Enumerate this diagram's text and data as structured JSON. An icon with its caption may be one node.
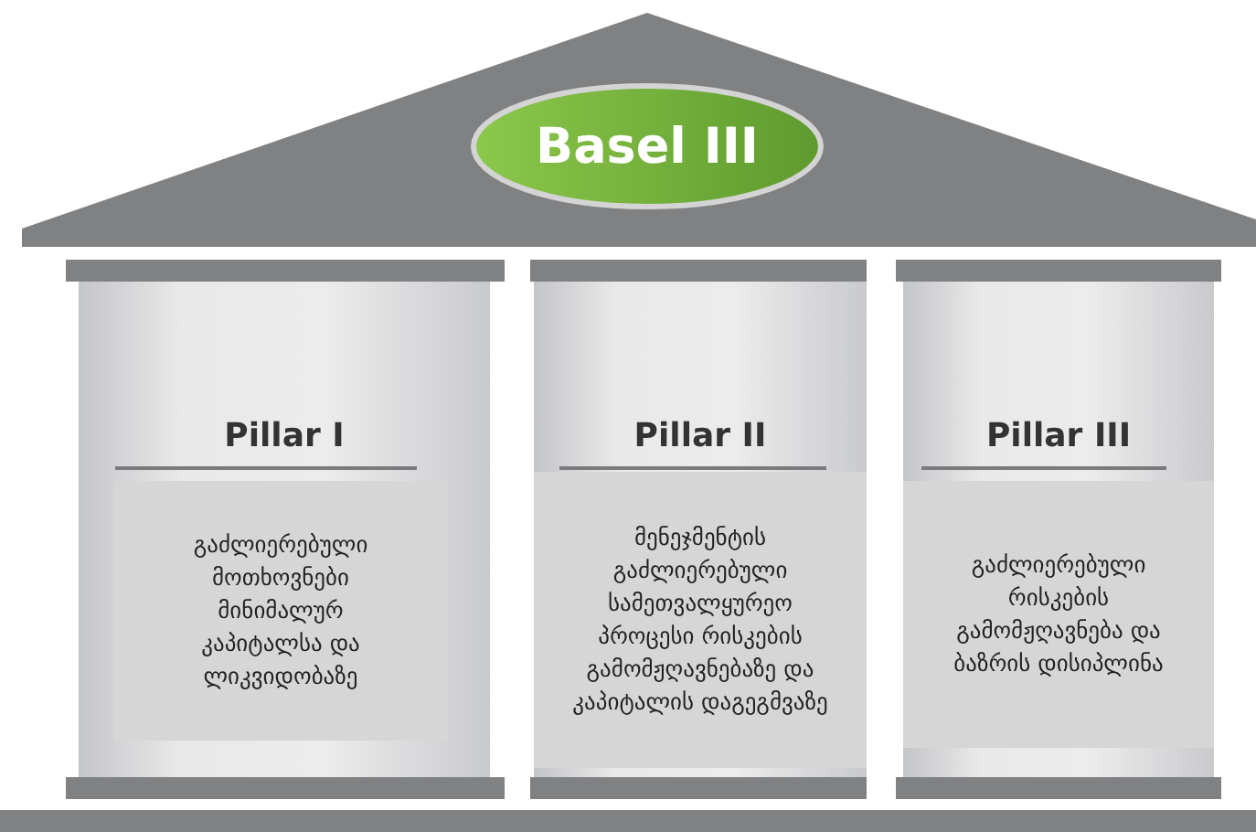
{
  "diagram": {
    "nodes": [
      {
        "text": [
          "Basel III"
        ]
      },
      {
        "text": [
          "Pillar I",
          "გაძლიერებული მოთხოვნები მინიმალურ კაპიტალსა და ლიკვიდობაზე"
        ]
      },
      {
        "text": [
          "Pillar II",
          "მენეჯმენტის გაძლიერებული სამეთვალყურეო პროცესი რისკების გამომჟღავნებაზე და კაპიტალის დაგეგმვაზე"
        ]
      },
      {
        "text": [
          "Pillar III",
          "გაძლიერებული რისკების გამომჟღავნება და ბაზრის დისიპლინა"
        ]
      }
    ]
  }
}
